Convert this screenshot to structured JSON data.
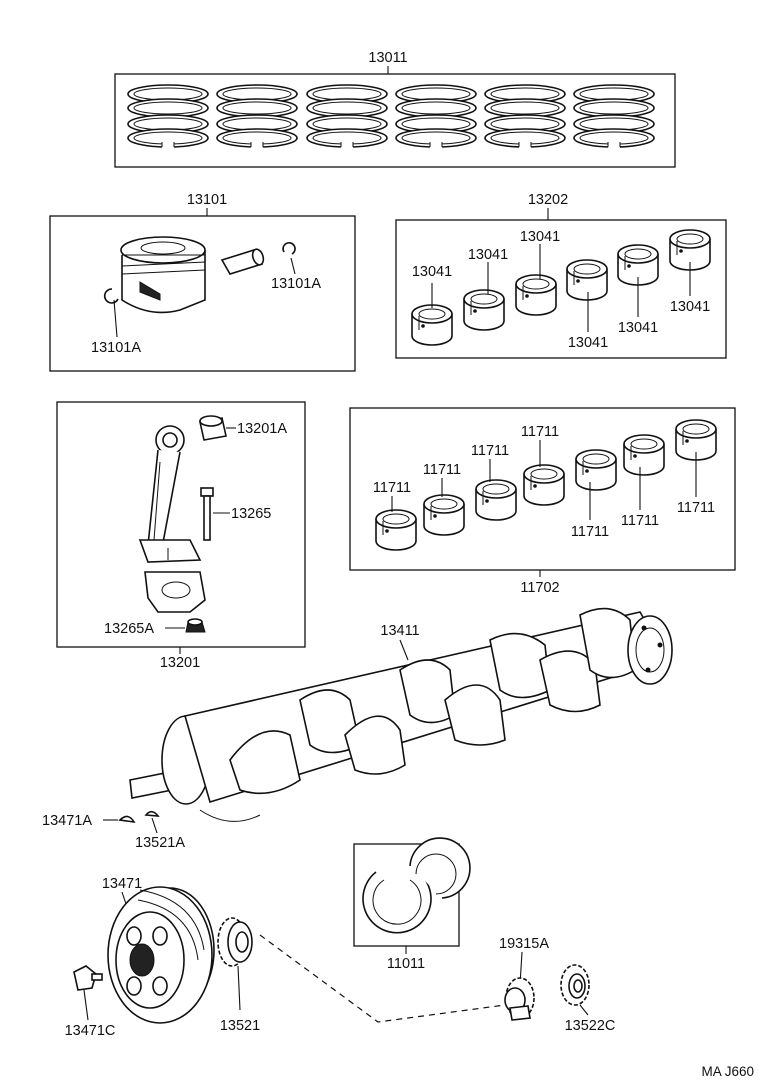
{
  "labels": {
    "piston_ring_set": "13011",
    "piston_assy": "13101",
    "piston_clip_left": "13101A",
    "piston_clip_right": "13101A",
    "conrod_bearing_set": "13202",
    "conrod_bearing_1": "13041",
    "conrod_bearing_2": "13041",
    "conrod_bearing_3": "13041",
    "conrod_bearing_4": "13041",
    "conrod_bearing_5": "13041",
    "conrod_bearing_6": "13041",
    "conrod_bushing": "13201A",
    "conrod_bolt": "13265",
    "conrod_nut": "13265A",
    "conrod_assy": "13201",
    "main_bearing_1": "11711",
    "main_bearing_2": "11711",
    "main_bearing_3": "11711",
    "main_bearing_4": "11711",
    "main_bearing_5": "11711",
    "main_bearing_6": "11711",
    "main_bearing_7": "11711",
    "main_bearing_set": "11702",
    "crankshaft": "13411",
    "pulley_key": "13471A",
    "gear_key": "13521A",
    "thrust_washer_set": "11011",
    "crank_pulley": "13471",
    "pulley_bolt": "13471C",
    "timing_gear": "13521",
    "pump_drive_gear": "19315A",
    "pump_drive_gear_2": "13522C",
    "diagram_code": "MA  J660"
  },
  "icons": {
    "piston_rings": "piston-ring-set-icon",
    "piston": "piston-icon",
    "connecting_rod": "connecting-rod-icon",
    "bearing": "bearing-shell-icon",
    "crankshaft": "crankshaft-icon",
    "pulley": "crank-pulley-icon",
    "gear": "sprocket-gear-icon"
  }
}
